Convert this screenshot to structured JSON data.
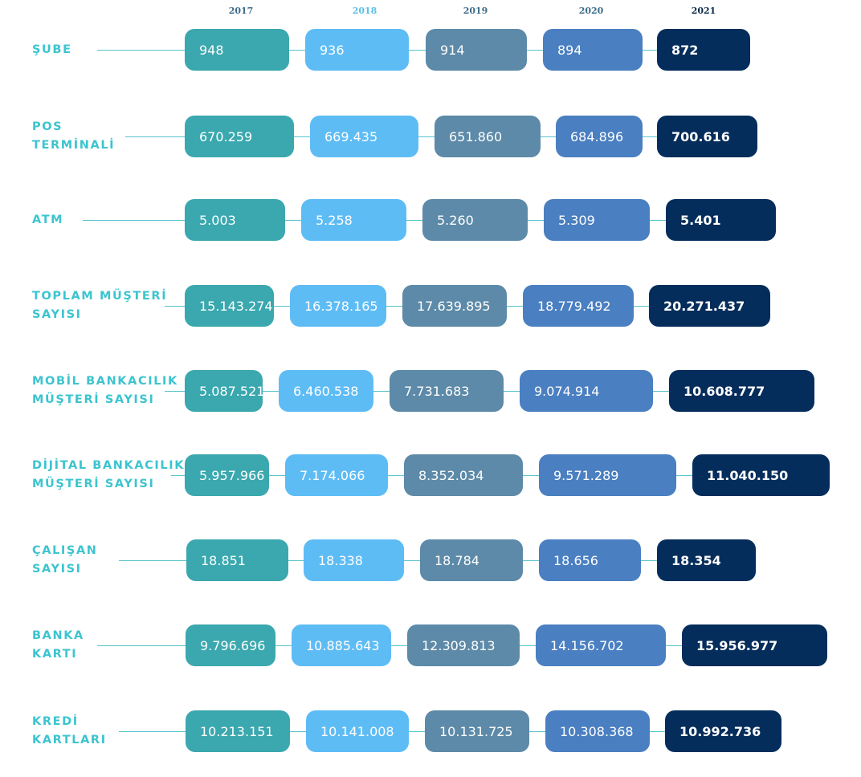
{
  "chart_data": {
    "type": "table",
    "title": "",
    "years": [
      "2017",
      "2018",
      "2019",
      "2020",
      "2021"
    ],
    "year_colors": [
      "#3aa8ae",
      "#5ebcf5",
      "#5d8aa8",
      "#4a7fc1",
      "#052d5b"
    ],
    "label_color": "#3cc4cf",
    "rows": [
      {
        "label_lines": [
          "ŞUBE"
        ],
        "values": [
          "948",
          "936",
          "914",
          "894",
          "872"
        ]
      },
      {
        "label_lines": [
          "POS",
          "TERMİNALİ"
        ],
        "values": [
          "670.259",
          "669.435",
          "651.860",
          "684.896",
          "700.616"
        ]
      },
      {
        "label_lines": [
          "ATM"
        ],
        "values": [
          "5.003",
          "5.258",
          "5.260",
          "5.309",
          "5.401"
        ]
      },
      {
        "label_lines": [
          "TOPLAM MÜŞTERİ",
          "SAYISI"
        ],
        "values": [
          "15.143.274",
          "16.378.165",
          "17.639.895",
          "18.779.492",
          "20.271.437"
        ]
      },
      {
        "label_lines": [
          "MOBİL BANKACILIK",
          "MÜŞTERİ SAYISI"
        ],
        "values": [
          "5.087.521",
          "6.460.538",
          "7.731.683",
          "9.074.914",
          "10.608.777"
        ]
      },
      {
        "label_lines": [
          "DİJİTAL BANKACILIK",
          "MÜŞTERİ SAYISI"
        ],
        "values": [
          "5.957.966",
          "7.174.066",
          "8.352.034",
          "9.571.289",
          "11.040.150"
        ]
      },
      {
        "label_lines": [
          "ÇALIŞAN",
          "SAYISI"
        ],
        "values": [
          "18.851",
          "18.338",
          "18.784",
          "18.656",
          "18.354"
        ]
      },
      {
        "label_lines": [
          "BANKA",
          "KARTI"
        ],
        "values": [
          "9.796.696",
          "10.885.643",
          "12.309.813",
          "14.156.702",
          "15.956.977"
        ]
      },
      {
        "label_lines": [
          "KREDİ",
          "KARTLARI"
        ],
        "values": [
          "10.213.151",
          "10.141.008",
          "10.131.725",
          "10.308.368",
          "10.992.736"
        ]
      }
    ]
  }
}
